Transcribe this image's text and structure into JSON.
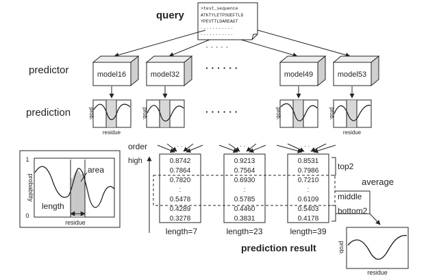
{
  "labels": {
    "query": "query",
    "predictor": "predictor",
    "prediction": "prediction",
    "order": "order",
    "high": "high",
    "average": "average",
    "prediction_result": "prediction result",
    "top2": "top2",
    "middle": "middle",
    "bottom2": "bottom2"
  },
  "query_doc": {
    "line1": ">test_sequence",
    "line2": "ATKTYLETPSGEFTLD",
    "line3": "YPEVTTLDAREAGT"
  },
  "models": [
    "model16",
    "model32",
    "model49",
    "model53"
  ],
  "plot_labels": {
    "prob": "prob.",
    "residue": "residue"
  },
  "inset": {
    "y_label": "probability",
    "y_top": "1",
    "y_bottom": "0",
    "area": "area",
    "length": "length",
    "x_label": "residue"
  },
  "result_plot": {
    "y_label": "prob.",
    "x_label": "residue"
  },
  "columns": [
    {
      "values": [
        "0.8742",
        "0.7864",
        "0.7820",
        ":",
        "0.5478",
        "0.4289",
        "0.3278"
      ],
      "label": "length=7"
    },
    {
      "values": [
        "0.9213",
        "0.7564",
        "0.6930",
        ":",
        "0.5785",
        "0.4460",
        "0.3831"
      ],
      "label": "length=23"
    },
    {
      "values": [
        "0.8531",
        "0.7986",
        "0.7210",
        ":",
        "0.6109",
        "0.5403",
        "0.4178"
      ],
      "label": "length=39"
    }
  ],
  "colors": {
    "line": "#222222",
    "shade": "#c8c8c8",
    "box_top": "#ededed",
    "box_side": "#cfcfcf"
  }
}
